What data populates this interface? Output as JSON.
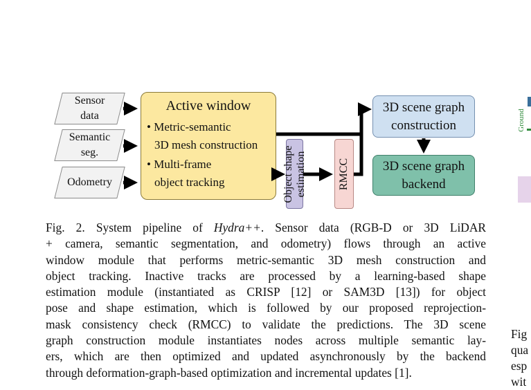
{
  "inputs": [
    {
      "label_lines": [
        "Sensor",
        "data"
      ]
    },
    {
      "label_lines": [
        "Semantic",
        "seg."
      ]
    },
    {
      "label_lines": [
        "Odometry"
      ]
    }
  ],
  "active_window": {
    "title": "Active window",
    "bullets": [
      {
        "lines": [
          "• Metric-semantic",
          "3D mesh construction"
        ]
      },
      {
        "lines": [
          "• Multi-frame",
          "object tracking"
        ]
      }
    ]
  },
  "object_shape": {
    "lines": [
      "Object shape",
      "estimation"
    ]
  },
  "rmcc": "RMCC",
  "scene_graph_construction": {
    "lines": [
      "3D scene graph",
      "construction"
    ]
  },
  "scene_graph_backend": {
    "lines": [
      "3D scene graph",
      "backend"
    ]
  },
  "colors": {
    "input_fill": "#f2f2f2",
    "active_fill": "#fce8a0",
    "object_shape_fill": "#c9c3e3",
    "rmcc_fill": "#f7d6d3",
    "construction_fill": "#cfe0f1",
    "backend_fill": "#7fc0aa",
    "arrow": "#000000"
  },
  "caption": {
    "prefix": "Fig. 2. System pipeline of ",
    "italic": "Hydra++",
    "lines": [
      ". Sensor data (RGB-D or 3D LiDAR",
      "+ camera, semantic segmentation, and odometry) flows through an active",
      "window module that performs metric-semantic 3D mesh construction and",
      "object tracking. Inactive tracks are processed by a learning-based shape",
      "estimation module (instantiated as CRISP [12] or SAM3D [13]) for object",
      "pose and shape estimation, which is followed by our proposed reprojection-",
      "mask consistency check (RMCC) to validate the predictions. The 3D scene",
      "graph construction module instantiates nodes across multiple semantic lay-",
      "ers, which are then optimized and updated asynchronously by the backend",
      "through deformation-graph-based optimization and incremental updates [1]."
    ]
  },
  "adjacent_column": {
    "rotated_label": "Ground",
    "caption_fragments": [
      "Fig",
      "qua",
      "esp",
      "wit"
    ]
  }
}
